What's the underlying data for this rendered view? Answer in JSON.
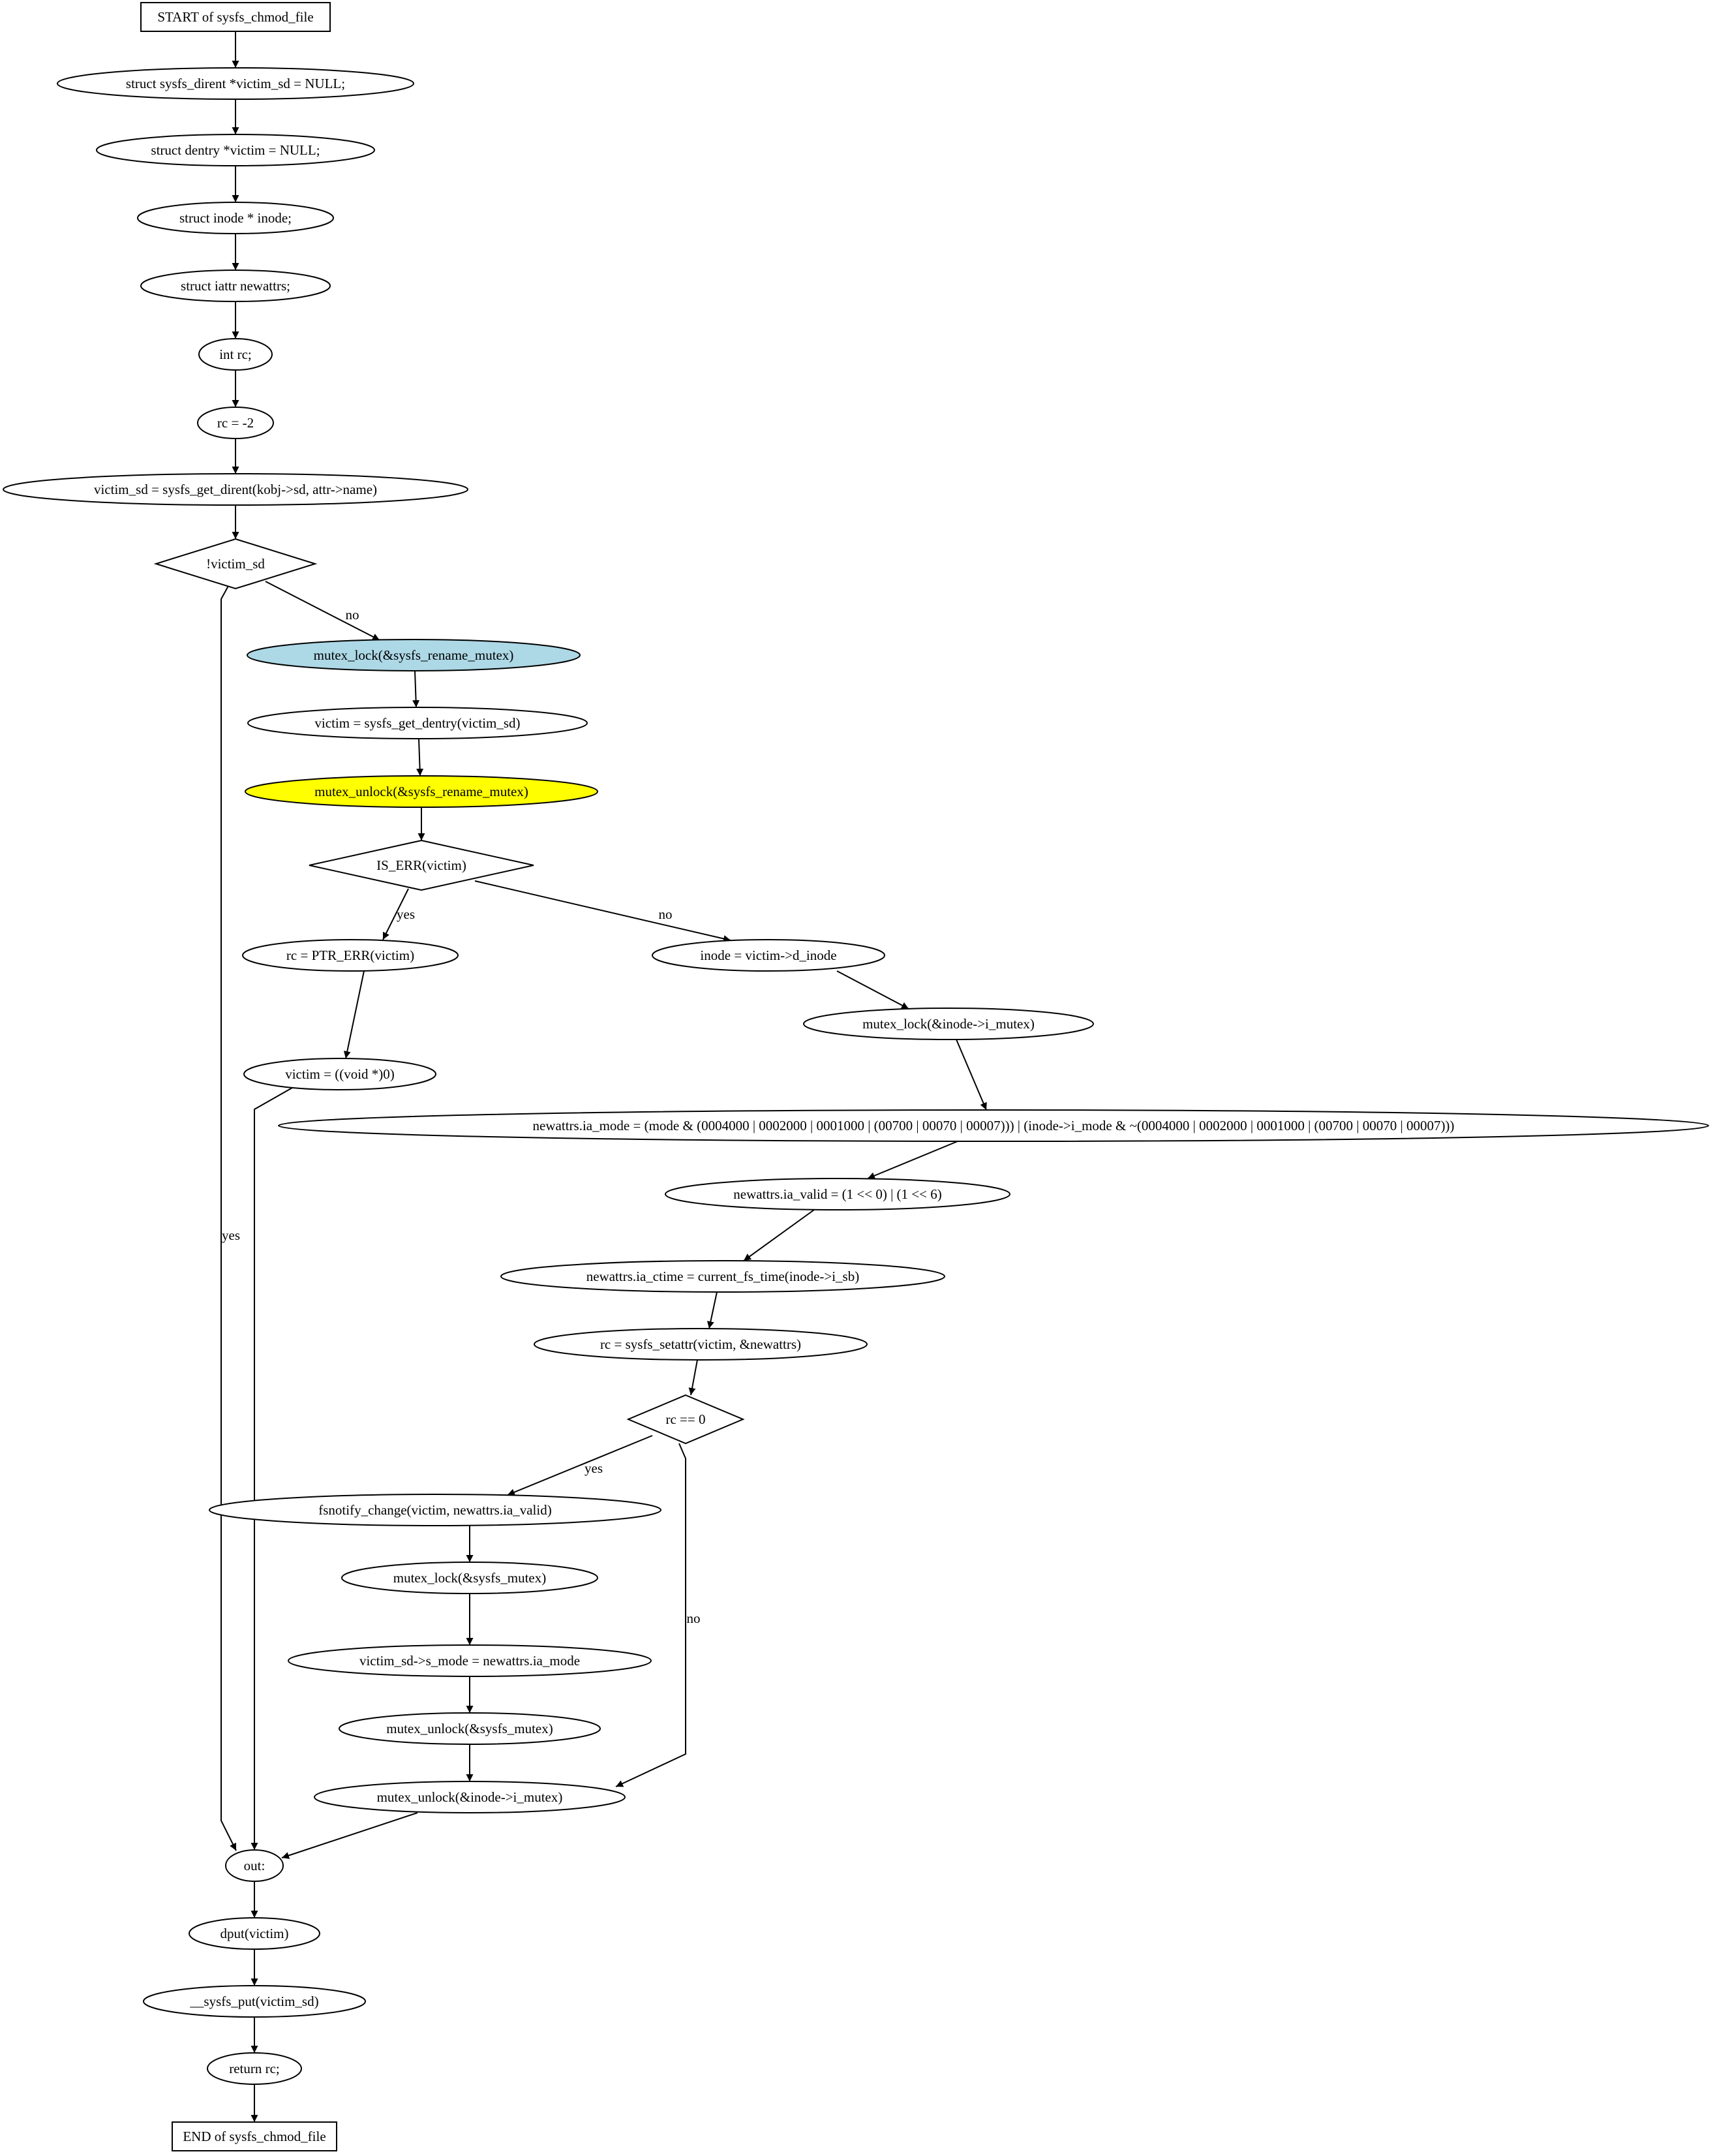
{
  "diagram": {
    "nodes": [
      {
        "id": "start",
        "shape": "rect",
        "label": "START of sysfs_chmod_file"
      },
      {
        "id": "n1",
        "shape": "ellipse",
        "label": "struct sysfs_dirent *victim_sd = NULL;"
      },
      {
        "id": "n2",
        "shape": "ellipse",
        "label": "struct dentry *victim = NULL;"
      },
      {
        "id": "n3",
        "shape": "ellipse",
        "label": "struct inode * inode;"
      },
      {
        "id": "n4",
        "shape": "ellipse",
        "label": "struct iattr newattrs;"
      },
      {
        "id": "n5",
        "shape": "ellipse",
        "label": "int rc;"
      },
      {
        "id": "n6",
        "shape": "ellipse",
        "label": "rc = -2"
      },
      {
        "id": "n7",
        "shape": "ellipse",
        "label": "victim_sd = sysfs_get_dirent(kobj->sd, attr->name)"
      },
      {
        "id": "d1",
        "shape": "diamond",
        "label": "!victim_sd"
      },
      {
        "id": "n8",
        "shape": "ellipse",
        "label": "mutex_lock(&sysfs_rename_mutex)",
        "fill": "#add8e6"
      },
      {
        "id": "n9",
        "shape": "ellipse",
        "label": "victim = sysfs_get_dentry(victim_sd)"
      },
      {
        "id": "n10",
        "shape": "ellipse",
        "label": "mutex_unlock(&sysfs_rename_mutex)",
        "fill": "#ffff00"
      },
      {
        "id": "d2",
        "shape": "diamond",
        "label": "IS_ERR(victim)"
      },
      {
        "id": "n11",
        "shape": "ellipse",
        "label": "rc = PTR_ERR(victim)"
      },
      {
        "id": "n12",
        "shape": "ellipse",
        "label": "victim = ((void *)0)"
      },
      {
        "id": "n13",
        "shape": "ellipse",
        "label": "inode = victim->d_inode"
      },
      {
        "id": "n14",
        "shape": "ellipse",
        "label": "mutex_lock(&inode->i_mutex)"
      },
      {
        "id": "n15",
        "shape": "ellipse",
        "label": "newattrs.ia_mode = (mode & (0004000 | 0002000 | 0001000 | (00700 | 00070 | 00007))) | (inode->i_mode & ~(0004000 | 0002000 | 0001000 | (00700 | 00070 | 00007)))"
      },
      {
        "id": "n16",
        "shape": "ellipse",
        "label": "newattrs.ia_valid = (1 << 0) | (1 << 6)"
      },
      {
        "id": "n17",
        "shape": "ellipse",
        "label": "newattrs.ia_ctime = current_fs_time(inode->i_sb)"
      },
      {
        "id": "n18",
        "shape": "ellipse",
        "label": "rc = sysfs_setattr(victim, &newattrs)"
      },
      {
        "id": "d3",
        "shape": "diamond",
        "label": "rc == 0"
      },
      {
        "id": "n19",
        "shape": "ellipse",
        "label": "fsnotify_change(victim, newattrs.ia_valid)"
      },
      {
        "id": "n20",
        "shape": "ellipse",
        "label": "mutex_lock(&sysfs_mutex)"
      },
      {
        "id": "n21",
        "shape": "ellipse",
        "label": "victim_sd->s_mode = newattrs.ia_mode"
      },
      {
        "id": "n22",
        "shape": "ellipse",
        "label": "mutex_unlock(&sysfs_mutex)"
      },
      {
        "id": "n23",
        "shape": "ellipse",
        "label": "mutex_unlock(&inode->i_mutex)"
      },
      {
        "id": "out",
        "shape": "ellipse",
        "label": "out:"
      },
      {
        "id": "n24",
        "shape": "ellipse",
        "label": "dput(victim)"
      },
      {
        "id": "n25",
        "shape": "ellipse",
        "label": "__sysfs_put(victim_sd)"
      },
      {
        "id": "n26",
        "shape": "ellipse",
        "label": "return rc;"
      },
      {
        "id": "end",
        "shape": "rect",
        "label": "END of sysfs_chmod_file"
      }
    ],
    "edges": [
      {
        "from": "start",
        "to": "n1",
        "label": ""
      },
      {
        "from": "n1",
        "to": "n2",
        "label": ""
      },
      {
        "from": "n2",
        "to": "n3",
        "label": ""
      },
      {
        "from": "n3",
        "to": "n4",
        "label": ""
      },
      {
        "from": "n4",
        "to": "n5",
        "label": ""
      },
      {
        "from": "n5",
        "to": "n6",
        "label": ""
      },
      {
        "from": "n6",
        "to": "n7",
        "label": ""
      },
      {
        "from": "n7",
        "to": "d1",
        "label": ""
      },
      {
        "from": "d1",
        "to": "n8",
        "label": "no"
      },
      {
        "from": "d1",
        "to": "out",
        "label": "yes"
      },
      {
        "from": "n8",
        "to": "n9",
        "label": ""
      },
      {
        "from": "n9",
        "to": "n10",
        "label": ""
      },
      {
        "from": "n10",
        "to": "d2",
        "label": ""
      },
      {
        "from": "d2",
        "to": "n11",
        "label": "yes"
      },
      {
        "from": "d2",
        "to": "n13",
        "label": "no"
      },
      {
        "from": "n11",
        "to": "n12",
        "label": ""
      },
      {
        "from": "n12",
        "to": "out",
        "label": ""
      },
      {
        "from": "n13",
        "to": "n14",
        "label": ""
      },
      {
        "from": "n14",
        "to": "n15",
        "label": ""
      },
      {
        "from": "n15",
        "to": "n16",
        "label": ""
      },
      {
        "from": "n16",
        "to": "n17",
        "label": ""
      },
      {
        "from": "n17",
        "to": "n18",
        "label": ""
      },
      {
        "from": "n18",
        "to": "d3",
        "label": ""
      },
      {
        "from": "d3",
        "to": "n19",
        "label": "yes"
      },
      {
        "from": "d3",
        "to": "n23",
        "label": "no"
      },
      {
        "from": "n19",
        "to": "n20",
        "label": ""
      },
      {
        "from": "n20",
        "to": "n21",
        "label": ""
      },
      {
        "from": "n21",
        "to": "n22",
        "label": ""
      },
      {
        "from": "n22",
        "to": "n23",
        "label": ""
      },
      {
        "from": "n23",
        "to": "out",
        "label": ""
      },
      {
        "from": "out",
        "to": "n24",
        "label": ""
      },
      {
        "from": "n24",
        "to": "n25",
        "label": ""
      },
      {
        "from": "n25",
        "to": "n26",
        "label": ""
      },
      {
        "from": "n26",
        "to": "end",
        "label": ""
      }
    ]
  }
}
